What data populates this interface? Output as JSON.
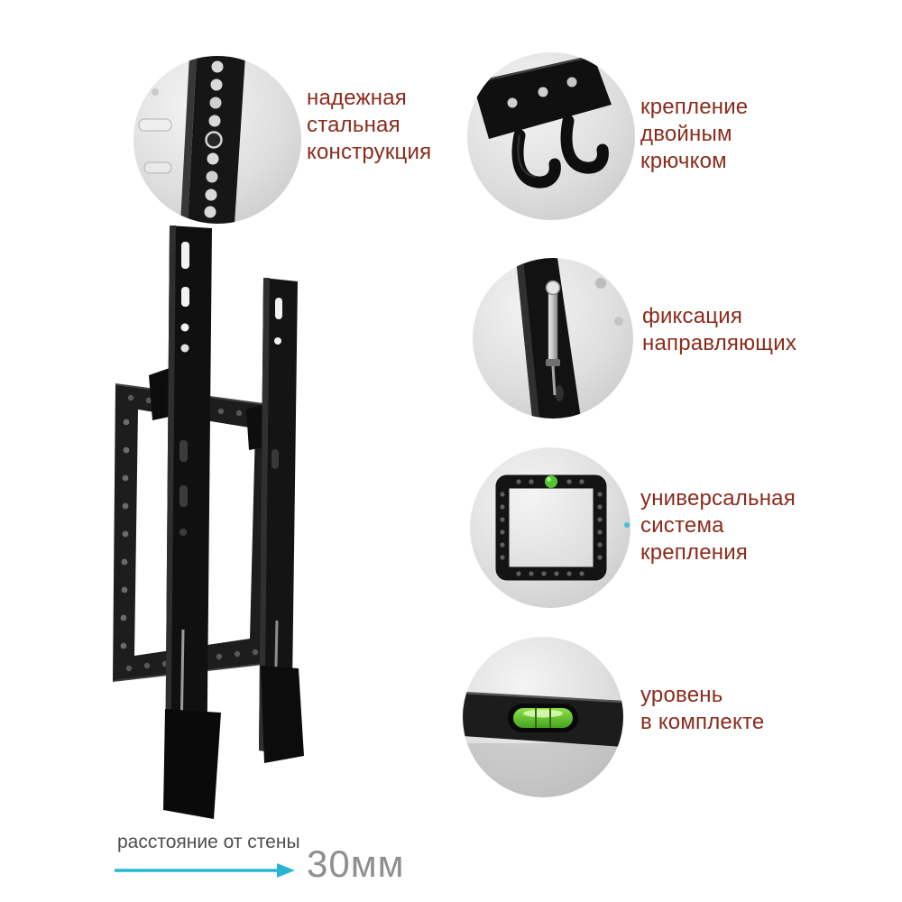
{
  "features": [
    {
      "label": "надежная\nстальная\nконструкция"
    },
    {
      "label": "крепление\nдвойным\nкрючком"
    },
    {
      "label": "фиксация\nнаправляющих"
    },
    {
      "label": "универсальная\nсистема\nкрепления"
    },
    {
      "label": "уровень\nв комплекте"
    }
  ],
  "footer": {
    "caption": "расстояние от стены",
    "value": "30мм"
  },
  "colors": {
    "label_text": "#8b2b1c",
    "arrow": "#2ab5d6",
    "caption_text": "#4d4d4d",
    "value_text": "#8f8f8f"
  }
}
